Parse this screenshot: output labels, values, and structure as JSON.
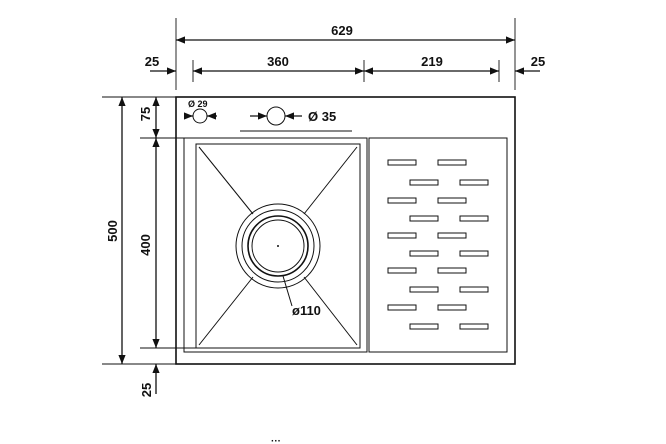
{
  "dimensions": {
    "overall_width": "629",
    "left_margin": "25",
    "bowl_width": "360",
    "drainer_width": "219",
    "right_margin": "25",
    "overall_height": "500",
    "top_margin": "75",
    "bowl_height": "400",
    "bottom_margin": "25"
  },
  "holes": {
    "small_hole": "Ø 29",
    "tap_hole": "Ø 35",
    "drain": "ø110"
  },
  "footer_text": "···",
  "colors": {
    "line": "#111111",
    "background": "#ffffff"
  }
}
